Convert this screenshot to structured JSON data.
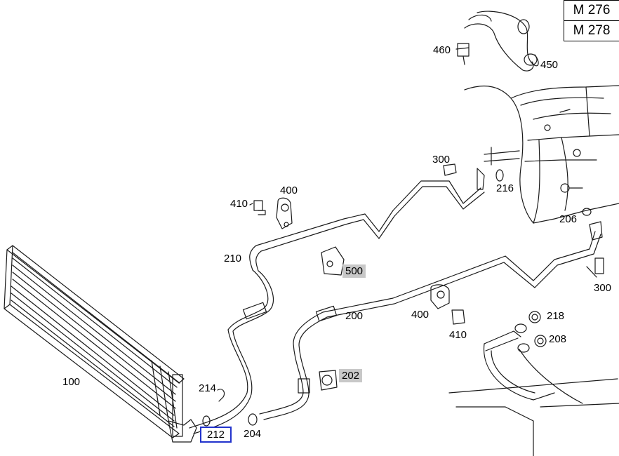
{
  "engine_codes": [
    "M 276",
    "M 278"
  ],
  "callouts": {
    "c460": "460",
    "c450": "450",
    "c300_top": "300",
    "c216": "216",
    "c410_left": "410",
    "c400_left": "400",
    "c206": "206",
    "c210": "210",
    "c500": "500",
    "c300_right": "300",
    "c200": "200",
    "c400_mid": "400",
    "c410_mid": "410",
    "c218": "218",
    "c208": "208",
    "c100": "100",
    "c214": "214",
    "c202": "202",
    "c212": "212",
    "c204": "204"
  },
  "colors": {
    "line": "#1a1a1a",
    "shade": "#c8c8c8",
    "highlight": "#2233cc"
  }
}
